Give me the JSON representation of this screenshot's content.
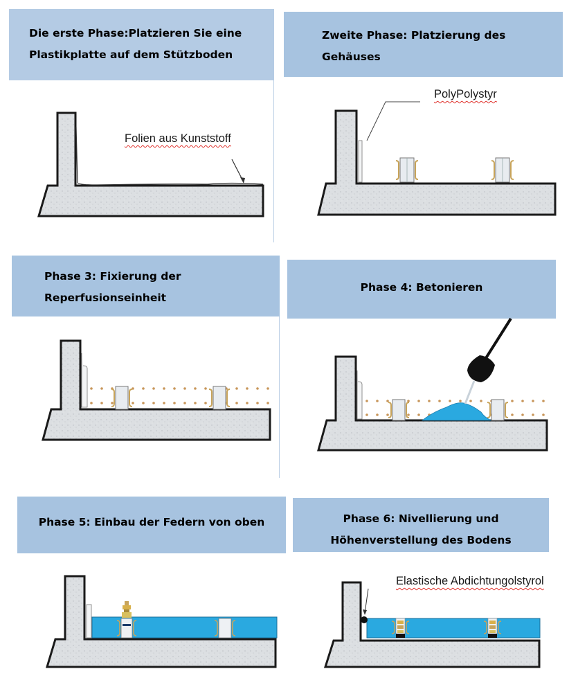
{
  "colors": {
    "header_bg": "#a7c3e0",
    "concrete_fill": "#dcdfe2",
    "outline": "#1a1a1a",
    "foam_blue": "#2aa9e0",
    "clip_gold": "#c8a45a",
    "spellcheck_underline": "#e0302b"
  },
  "phases": [
    {
      "id": 1,
      "title_lines": [
        "Die erste Phase:Platzieren Sie eine",
        "Plastikplatte auf dem Stützboden"
      ],
      "annotation": "Folien aus Kunststoff"
    },
    {
      "id": 2,
      "title_lines": [
        "Zweite Phase: Platzierung des",
        "Gehäuses"
      ],
      "annotation": "PolyPolystyr"
    },
    {
      "id": 3,
      "title_lines": [
        "Phase 3: Fixierung der",
        "Reperfusionseinheit"
      ],
      "annotation": ""
    },
    {
      "id": 4,
      "title_lines": [
        "Phase 4: Betonieren"
      ],
      "annotation": ""
    },
    {
      "id": 5,
      "title_lines": [
        "Phase 5: Einbau der Federn von oben"
      ],
      "annotation": ""
    },
    {
      "id": 6,
      "title_lines": [
        "Phase 6: Nivellierung und",
        "Höhenverstellung des Bodens"
      ],
      "annotation": "Elastische Abdichtungolstyrol"
    }
  ],
  "icons": {
    "concrete_slab": "l-shaped-concrete-foundation",
    "plastic_film": "plastic-film-sheet",
    "spring_housing": "spring-housing-box",
    "shovel": "shovel",
    "spring": "spring-element",
    "seal": "elastic-seal"
  }
}
